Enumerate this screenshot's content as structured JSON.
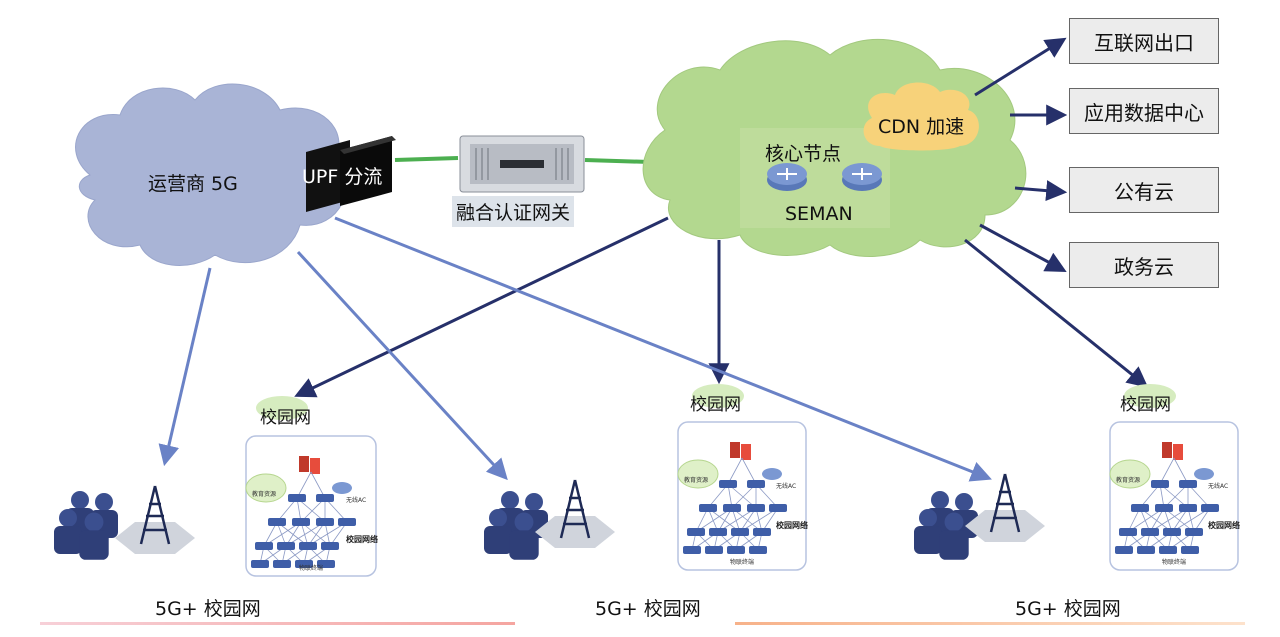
{
  "operator_cloud": {
    "label": "运营商 5G"
  },
  "upf": {
    "label": "UPF 分流"
  },
  "gateway": {
    "label": "融合认证网关"
  },
  "core_cloud": {
    "node_label": "核心节点",
    "seman_label": "SEMAN",
    "cdn_label": "CDN 加速"
  },
  "destinations": [
    {
      "label": "互联网出口"
    },
    {
      "label": "应用数据中心"
    },
    {
      "label": "公有云"
    },
    {
      "label": "政务云"
    }
  ],
  "campuses": [
    {
      "cloud_label": "校园网",
      "caption": "5G+ 校园网",
      "mini_labels": [
        "教育资源",
        "无线AC",
        "校园网络",
        "物联终端"
      ]
    },
    {
      "cloud_label": "校园网",
      "caption": "5G+ 校园网",
      "mini_labels": [
        "教育资源",
        "无线AC",
        "校园网络",
        "物联终端"
      ]
    },
    {
      "cloud_label": "校园网",
      "caption": "5G+ 校园网",
      "mini_labels": [
        "教育资源",
        "无线AC",
        "校园网络",
        "物联终端"
      ]
    }
  ],
  "colors": {
    "operator_cloud": "#a9b4d6",
    "core_cloud": "#b3d88f",
    "cdn_cloud": "#f7d27a",
    "dark_arrow": "#26306a",
    "light_arrow": "#6a82c6",
    "green_link": "#4caf50",
    "bottom_line_left": "#f2b8c0",
    "bottom_line_right": "#f6c89a"
  },
  "icons": [
    "cloud-icon",
    "upf-device-icon",
    "server-icon",
    "router-icon",
    "people-icon",
    "tower-icon",
    "switch-icon",
    "firewall-icon"
  ]
}
